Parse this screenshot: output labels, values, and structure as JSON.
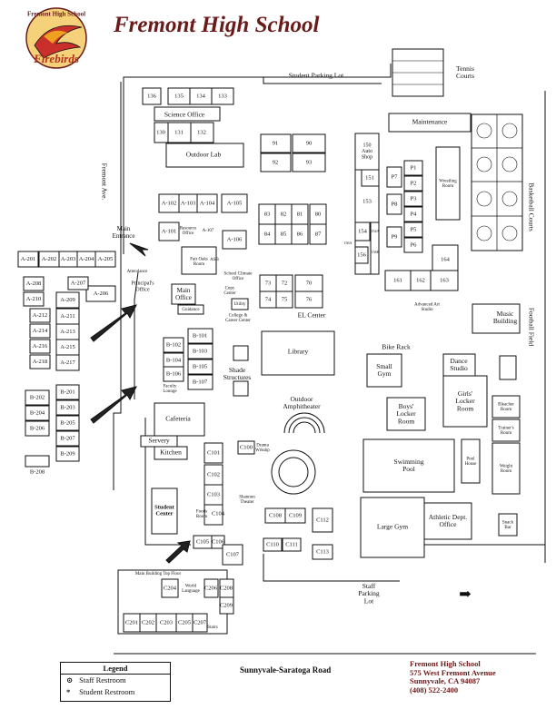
{
  "title": "Fremont High School",
  "logo": {
    "text_top": "Fremont High School",
    "text_bottom": "Firebirds"
  },
  "legend": {
    "heading": "Legend",
    "items": [
      {
        "symbol": "⊙",
        "label": "Staff Restroom"
      },
      {
        "symbol": "*",
        "label": "Student  Restroom"
      }
    ]
  },
  "address": {
    "name": "Fremont High School",
    "street": "575 West Fremont Avenue",
    "city": "Sunnyvale, CA 94087",
    "phone": "(408) 522-2400"
  },
  "roads": {
    "south": "Sunnyvale-Saratoga Road",
    "west": "Fremont Ave.",
    "student_lot": "Student Parking Lot",
    "staff_lot": "Staff\nParking\nLot"
  },
  "labels": {
    "tennis": "Tennis\nCourts",
    "maintenance": "Maintenance",
    "basketball": "Basketball Courts",
    "football": "Football Field",
    "science_office": "Science Office",
    "outdoor_lab": "Outdoor Lab",
    "main_entrance": "Main\nEntrance",
    "auto_shop": "150\nAuto\nShop",
    "wrestling": "Wrestling\nRoom",
    "el_center": "EL Center",
    "library": "Library",
    "shade": "Shade\nStructures",
    "outdoor_amph": "Outdoor\nAmphitheater",
    "cafeteria": "Cafeteria",
    "servery": "Servery",
    "kitchen": "Kitchen",
    "student_center": "Student\nCenter",
    "bike_rack": "Bike Rack",
    "small_gym": "Small\nGym",
    "boys_locker": "Boys'\nLocker\nRoom",
    "dance": "Dance\nStudio",
    "girls_locker": "Girls'\nLocker\nRoom",
    "swimming": "Swimming\nPool",
    "pool_house": "Pool\nHouse",
    "large_gym": "Large Gym",
    "athletic": "Athletic Dept.\nOffice",
    "music": "Music\nBuilding",
    "adv_art": "Advanced Art\nStudio",
    "bleacher": "Bleacher\nRoom",
    "trainer": "Trainer's\nRoom",
    "weight": "Weight\nRoom",
    "snack": "Snack\nBar",
    "main_office": "Main\nOffice",
    "guidance": "Guidance",
    "principal": "Principal's\nOffice",
    "attendance": "Attendance",
    "resource": "Resource\nOffice",
    "fair_oaks": "Fair Oaks\nRoom",
    "asb": "ASB",
    "school_climate": "School Climate\nOffice",
    "copy_center": "Copy\nCenter",
    "utility": "Utility",
    "college_career": "College &\nCareer Center",
    "faculty_lounge": "Faculty\nLounge",
    "drama_wkshp": "Drama\nWrkshp",
    "shannon": "Shannon\nTheater",
    "foods": "Foods\nRoom",
    "top_floor": "Main Building Top Floor",
    "world_lang": "World\nLanguage",
    "stairs": "Stairs"
  },
  "rooms": {
    "science": [
      "136",
      "135",
      "134",
      "133",
      "130",
      "131",
      "132"
    ],
    "annex": [
      "91",
      "90",
      "92",
      "93"
    ],
    "r80": [
      "83",
      "82",
      "81",
      "80",
      "84",
      "85",
      "86",
      "87"
    ],
    "el": [
      "73",
      "72",
      "70",
      "74",
      "75",
      "76"
    ],
    "p": [
      "P1",
      "P2",
      "P3",
      "P4",
      "P5",
      "P6",
      "P7",
      "P8",
      "P9"
    ],
    "shop": [
      "151",
      "153",
      "154",
      "156",
      "154A",
      "156B",
      "156A"
    ],
    "art": [
      "164",
      "161",
      "162",
      "163"
    ],
    "a_north": [
      "A-102",
      "A-103",
      "A-104",
      "A-105",
      "A-101",
      "A-107",
      "A-106"
    ],
    "a_west": [
      "A-201",
      "A-202",
      "A-203",
      "A-204",
      "A-205",
      "A-206",
      "A-207",
      "A-208",
      "A-209",
      "A-210",
      "A-211",
      "A-212",
      "A-213",
      "A-214",
      "A-215",
      "A-216",
      "A-217",
      "A-218"
    ],
    "b_center": [
      "B-101",
      "B-102",
      "B-103",
      "B-104",
      "B-105",
      "B-106",
      "B-107"
    ],
    "b_west": [
      "B-201",
      "B-202",
      "B-203",
      "B-204",
      "B-205",
      "B-206",
      "B-207",
      "B-208",
      "B-209"
    ],
    "c_ground": [
      "C101",
      "C102",
      "C103",
      "C104",
      "C100",
      "C105",
      "C106",
      "C107",
      "C108",
      "C109",
      "C110",
      "C111",
      "C112",
      "C113"
    ],
    "c_top": [
      "C204",
      "C206",
      "C208",
      "C209",
      "C201",
      "C202",
      "C203",
      "C205",
      "C207"
    ]
  },
  "north_symbol": "➡"
}
